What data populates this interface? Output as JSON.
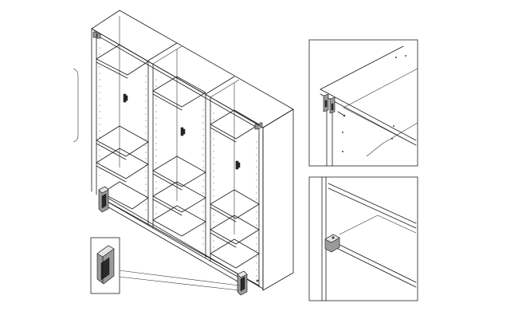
{
  "figure": {
    "subject": "wardrobe-assembly-instruction",
    "colors": {
      "line": "#1a1a1a",
      "background": "#ffffff",
      "frame": "#3a3a3a"
    },
    "parts": [
      {
        "id": "cabinet",
        "icon": "three-section-wardrobe"
      },
      {
        "id": "leg-detail",
        "icon": "cabinet-leg"
      },
      {
        "id": "top-corner-detail",
        "icon": "corner-bracket"
      },
      {
        "id": "bottom-corner-detail",
        "icon": "floor-fixing-bracket"
      }
    ]
  }
}
